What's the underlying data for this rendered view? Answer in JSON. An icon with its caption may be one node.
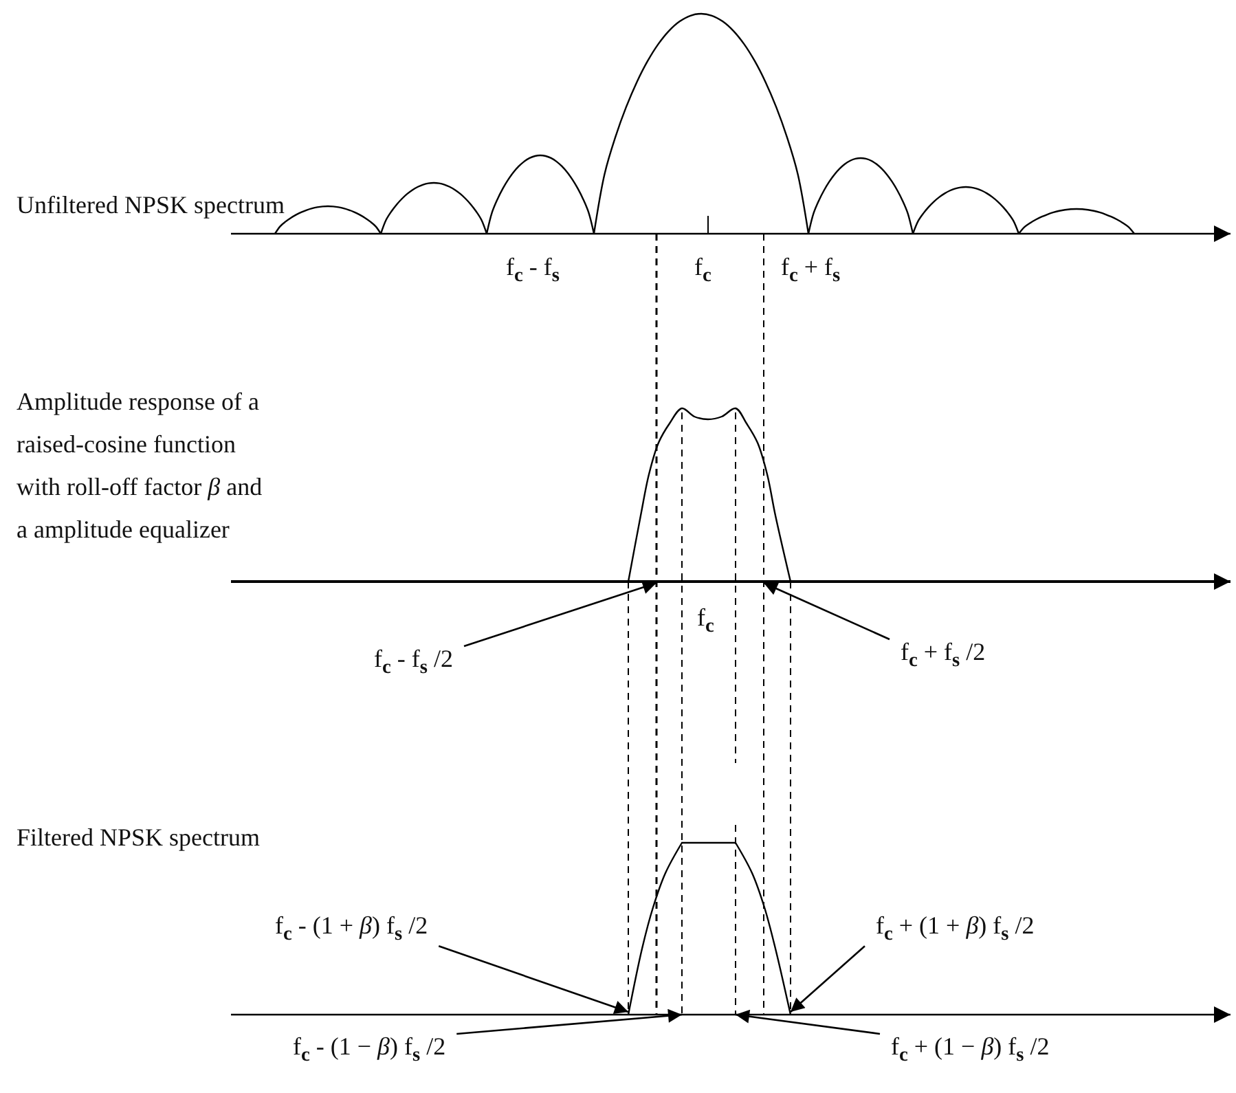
{
  "diagram": {
    "nodes": [
      {
        "text": [
          "f$_{c}$ - f$_{s}$ /2"
        ]
      },
      {
        "text": [
          "f$_{c}$ + f$_{s}$ /2"
        ]
      },
      {
        "text": [
          "f$_{c}$ - (1 + *β*) f$_{s}$ /2"
        ]
      },
      {
        "text": [
          "f$_{c}$ + (1 + *β*) f$_{s}$ /2"
        ]
      },
      {
        "text": [
          "f$_{c}$ - (1 − *β*) f$_{s}$ /2"
        ]
      },
      {
        "text": [
          "f$_{c}$ + (1 − *β*) f$_{s}$ /2"
        ]
      },
      {
        "text": [],
        "shape": "line"
      },
      {
        "text": [],
        "shape": "line"
      },
      {
        "text": [],
        "shape": "line"
      },
      {
        "text": [],
        "shape": "line"
      },
      {
        "text": [],
        "shape": "line"
      },
      {
        "text": [],
        "shape": "line"
      }
    ],
    "edges": [
      {
        "from": 0,
        "to": 7,
        "arrow": "to"
      },
      {
        "from": 1,
        "to": 10,
        "arrow": "to"
      },
      {
        "from": 2,
        "to": 6,
        "arrow": "to"
      },
      {
        "from": 3,
        "to": 11,
        "arrow": "to"
      },
      {
        "from": 4,
        "to": 8,
        "arrow": "to"
      },
      {
        "from": 5,
        "to": 9,
        "arrow": "to"
      }
    ],
    "labels": [
      "Unfiltered NPSK spectrum",
      "f$_{c}$ - f$_{s}$",
      "f$_{c}$",
      "f$_{c}$ + f$_{s}$",
      "Amplitude response of a raised-cosine function with roll-off factor *β* and a amplitude equalizer",
      "f$_{c}$",
      "Filtered NPSK spectrum"
    ]
  }
}
